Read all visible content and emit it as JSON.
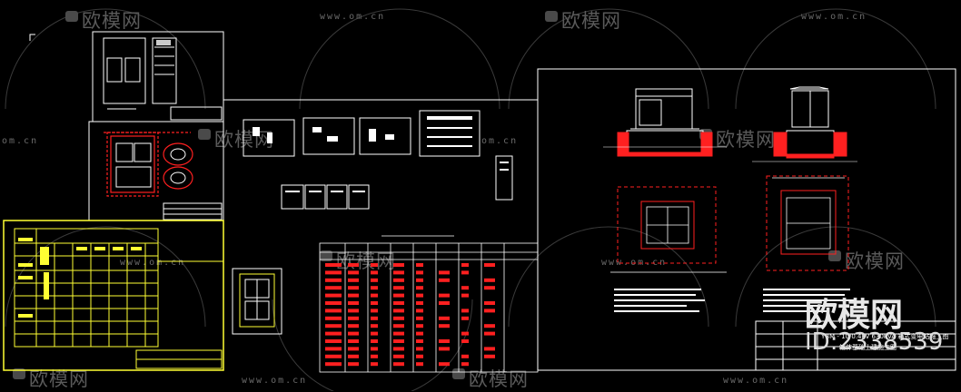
{
  "watermark": {
    "brand": "欧模网",
    "url": "www.om.cn",
    "url_fragment": "om.cn",
    "big_brand": "欧模网",
    "id_text": "ID:2338539"
  },
  "drawings": {
    "title_block_line1": "YBM - 10/0.4kV 630kVA 箱式变电站施工图",
    "title_block_line2": "箱体基础土建施工图"
  },
  "colors": {
    "background": "#000000",
    "lines": "#ffffff",
    "highlight": "#ffff33",
    "red": "#ff2020",
    "watermark": "#5a5a5a"
  }
}
